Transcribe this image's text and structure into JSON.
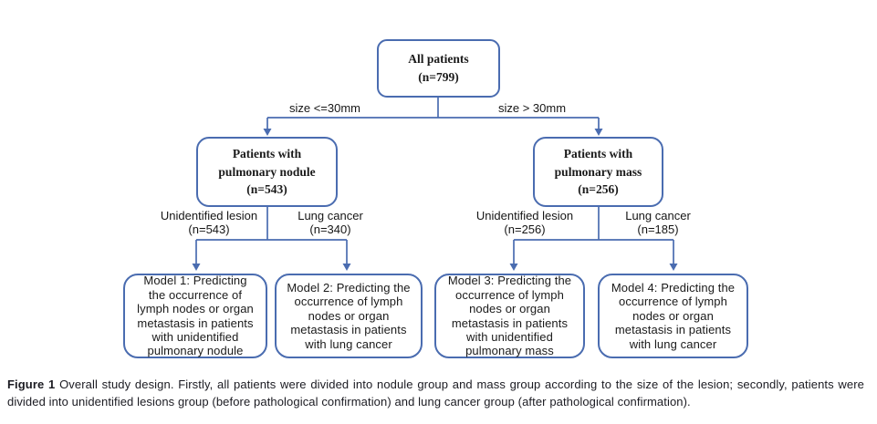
{
  "colors": {
    "line_blue": "#4a6cb0",
    "text_dark": "#1a1a1a"
  },
  "nodes": {
    "all_patients": {
      "label": "All patients\n(n=799)"
    },
    "nodule": {
      "label": "Patients with\npulmonary nodule\n(n=543)"
    },
    "mass": {
      "label": "Patients with\npulmonary mass\n(n=256)"
    },
    "model1": {
      "label": "Model 1: Predicting\nthe occurrence of\nlymph nodes or organ\nmetastasis in patients\nwith unidentified\npulmonary nodule"
    },
    "model2": {
      "label": "Model 2: Predicting the\noccurrence of lymph\nnodes or organ\nmetastasis in patients\nwith lung cancer"
    },
    "model3": {
      "label": "Model 3: Predicting the\noccurrence of lymph\nnodes or organ\nmetastasis in patients\nwith unidentified\npulmonary mass"
    },
    "model4": {
      "label": "Model 4: Predicting the\noccurrence of lymph\nnodes or organ\nmetastasis in patients\nwith lung cancer"
    }
  },
  "edge_labels": {
    "size_small": "size <=30mm",
    "size_large": "size > 30mm",
    "unidentified_nodule": "Unidentified lesion\n(n=543)",
    "lung_cancer_nodule": "Lung cancer\n(n=340)",
    "unidentified_mass": "Unidentified lesion\n(n=256)",
    "lung_cancer_mass": "Lung cancer\n(n=185)"
  },
  "caption": {
    "label": "Figure 1",
    "text": "Overall study design. Firstly, all patients were divided into nodule group and mass group according to the size of the lesion; secondly, patients were divided into unidentified lesions group (before pathological confirmation) and lung cancer group (after pathological confirmation)."
  }
}
